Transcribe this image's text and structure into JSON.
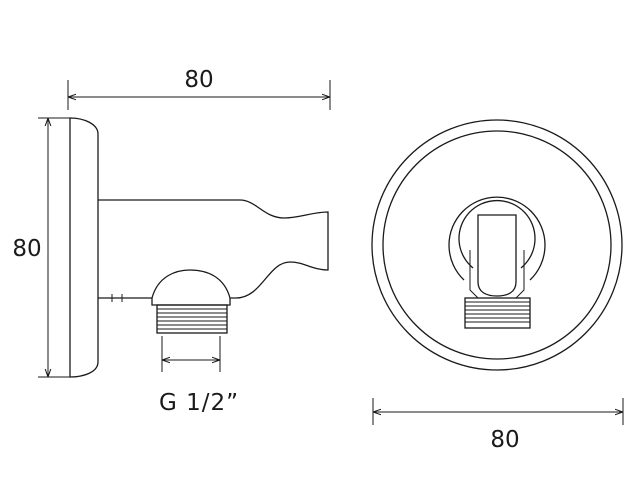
{
  "drawing": {
    "side_view": {
      "width_dimension": "80",
      "height_dimension": "80",
      "thread_label": "G 1/2”"
    },
    "front_view": {
      "width_dimension": "80"
    }
  }
}
